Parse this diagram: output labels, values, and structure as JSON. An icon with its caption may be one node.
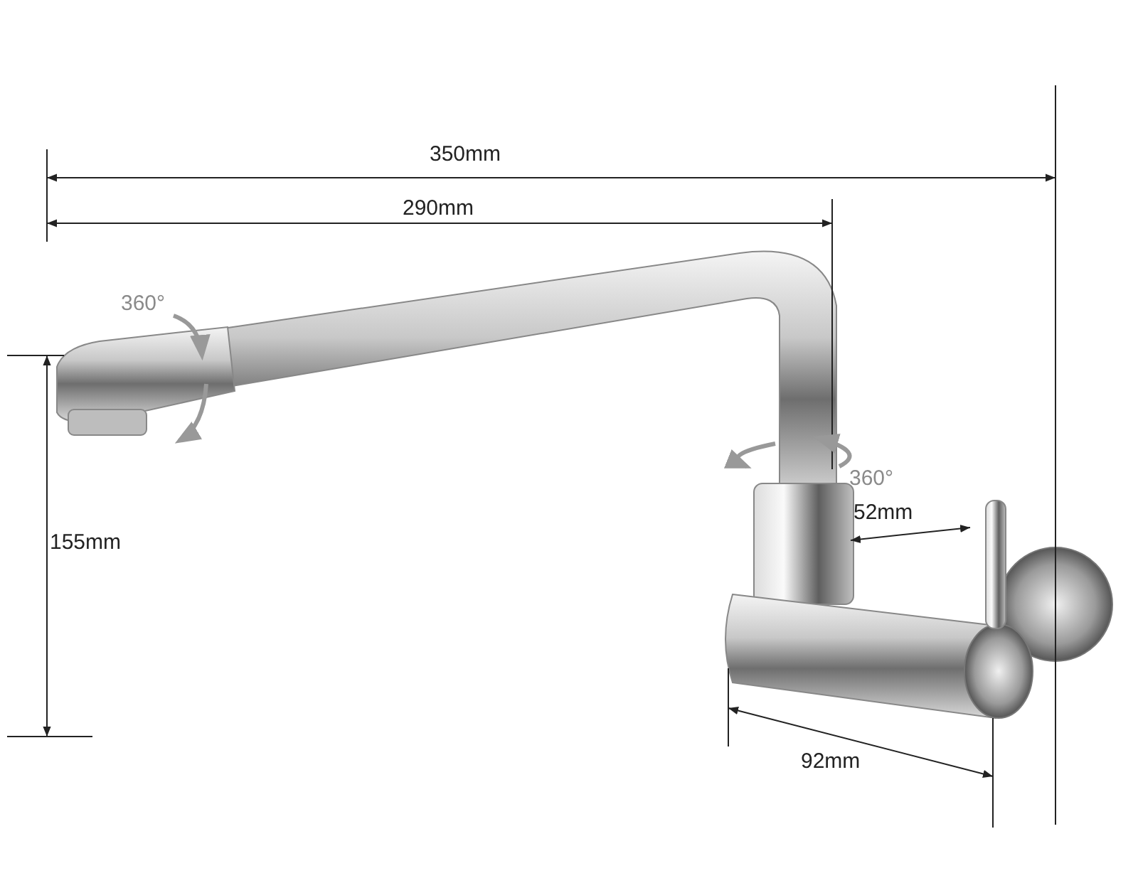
{
  "diagram": {
    "labels": [
      "350mm",
      "290mm",
      "360°",
      "360°",
      "52mm",
      "155mm",
      "92mm"
    ]
  }
}
